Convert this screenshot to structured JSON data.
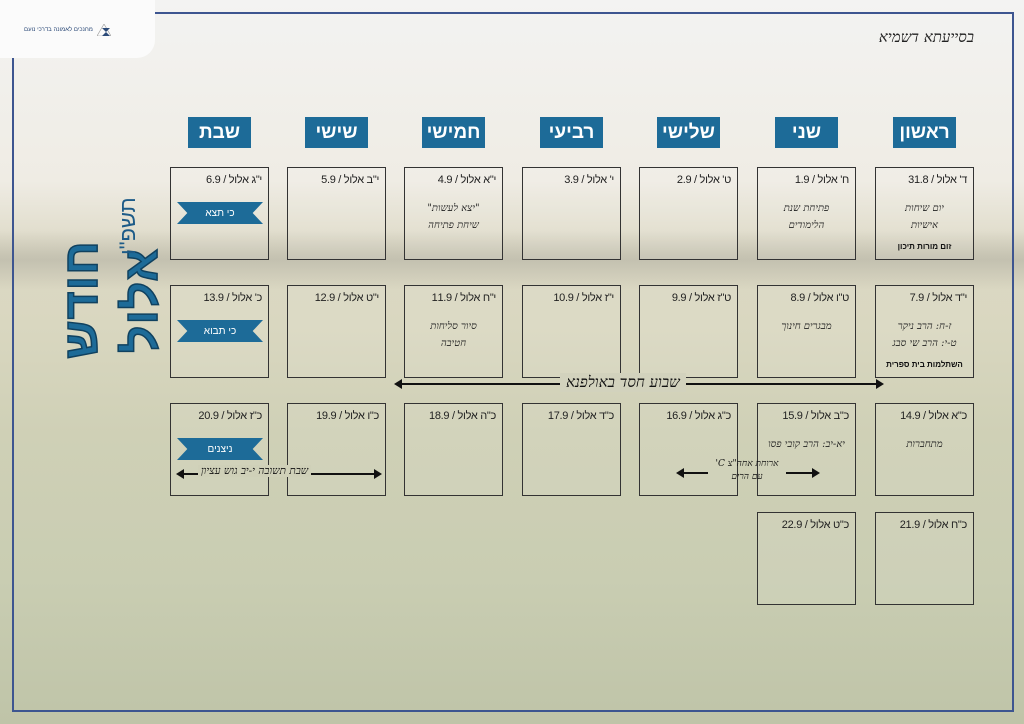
{
  "header": {
    "blessing": "בסייעתא דשמיא",
    "logo_text": "מחנכים לאמונה בדרכי נועם",
    "logo_sub": "דרכי נועם"
  },
  "title": {
    "month": "חודש אלול",
    "year": "תשפ\"ו"
  },
  "days_of_week": [
    "ראשון",
    "שני",
    "שלישי",
    "רביעי",
    "חמישי",
    "שישי",
    "שבת"
  ],
  "weeks": [
    [
      {
        "date": "ד' אלול / 31.8",
        "notes": [
          "יום שיחות",
          "אישיות"
        ],
        "sub": "זום מורות תיכון"
      },
      {
        "date": "ח' אלול / 1.9",
        "notes": [
          "פתיחת שנת",
          "הלימודים"
        ]
      },
      {
        "date": "ט' אלול / 2.9"
      },
      {
        "date": "י' אלול / 3.9"
      },
      {
        "date": "י\"א אלול / 4.9",
        "notes": [
          "\"יצא לעשות\"",
          "שיחת פתיחה"
        ]
      },
      {
        "date": "י\"ב אלול / 5.9"
      },
      {
        "date": "י\"ג אלול / 6.9",
        "ribbon": "כי תצא"
      }
    ],
    [
      {
        "date": "י\"ד אלול / 7.9",
        "notes": [
          "ז-ח: הרב ניקר",
          "ט-י: הרב שי סבג"
        ],
        "sub": "השתלמות בית ספרית"
      },
      {
        "date": "ט\"ו אלול / 8.9",
        "notes": [
          "מבגרים חינוך"
        ]
      },
      {
        "date": "ט\"ז אלול / 9.9"
      },
      {
        "date": "י\"ז אלול / 10.9"
      },
      {
        "date": "י\"ח אלול / 11.9",
        "notes": [
          "סיור סליחות",
          "חטיבה"
        ]
      },
      {
        "date": "י\"ט אלול / 12.9"
      },
      {
        "date": "כ' אלול / 13.9",
        "ribbon": "כי תבוא"
      }
    ],
    [
      {
        "date": "כ\"א אלול / 14.9",
        "notes": [
          "מתחברות"
        ]
      },
      {
        "date": "כ\"ב אלול / 15.9",
        "notes": [
          "יא-יב: הרב קובי פסו"
        ]
      },
      {
        "date": "כ\"ג אלול / 16.9"
      },
      {
        "date": "כ\"ד אלול / 17.9"
      },
      {
        "date": "כ\"ה אלול / 18.9"
      },
      {
        "date": "כ\"ו אלול / 19.9"
      },
      {
        "date": "כ\"ז אלול / 20.9",
        "ribbon": "ניצנים"
      }
    ],
    [
      {
        "date": "כ\"ח אלול / 21.9"
      },
      {
        "date": "כ\"ט אלול / 22.9"
      },
      null,
      null,
      null,
      null,
      null
    ]
  ],
  "spans": [
    {
      "label": "שבוע חסד באולפנא"
    },
    {
      "label": "שבת תשובה י-יב גוש עציון"
    },
    {
      "label": "ארוחת אחה\"צ C'",
      "label2": "עם הרים"
    }
  ]
}
